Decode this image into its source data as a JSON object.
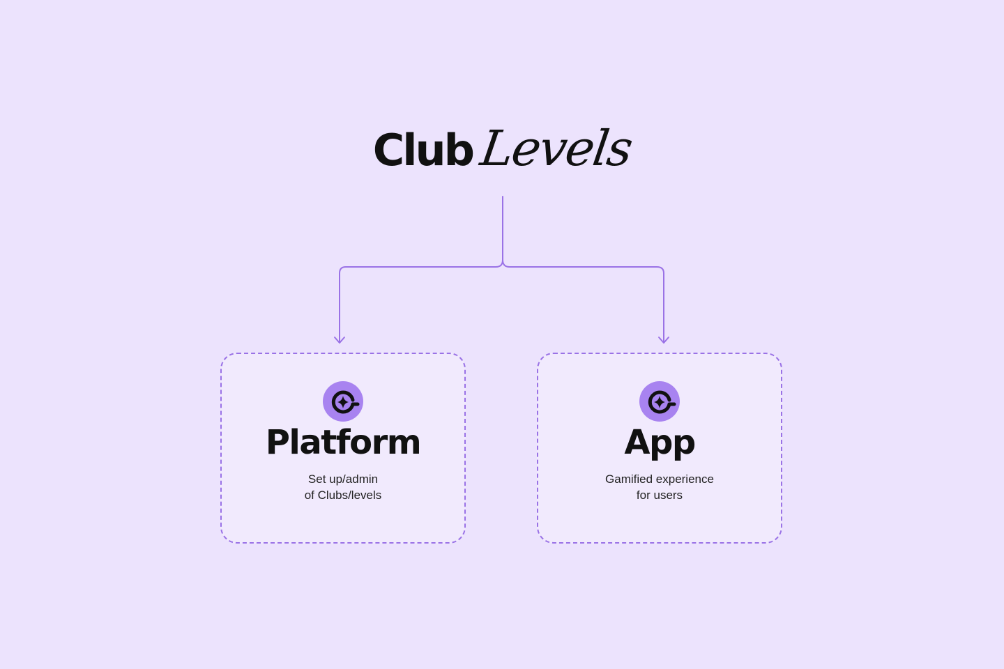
{
  "title": {
    "club": "Club",
    "levels": "Levels"
  },
  "colors": {
    "background": "#ECE3FD",
    "accent": "#9A72E6",
    "card_background": "#F1EAFD",
    "icon_fill": "#A883F0",
    "text": "#111111"
  },
  "nodes": [
    {
      "icon": "club-levels-logo-icon",
      "heading": "Platform",
      "description_lines": [
        "Set up/admin",
        "of Clubs/levels"
      ]
    },
    {
      "icon": "club-levels-logo-icon",
      "heading": "App",
      "description_lines": [
        "Gamified experience",
        "for users"
      ]
    }
  ],
  "edges": [
    {
      "from": "Club Levels",
      "to": "Platform"
    },
    {
      "from": "Club Levels",
      "to": "App"
    }
  ]
}
